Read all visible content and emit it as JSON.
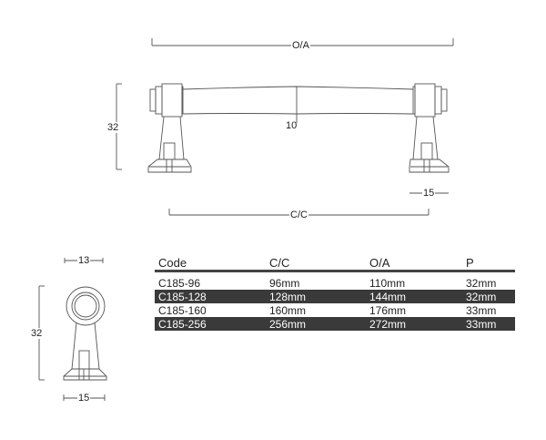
{
  "dimensions": {
    "overall_length": "O/A",
    "center_to_center": "C/C",
    "bar_diameter": "10",
    "projection_side": "32",
    "foot_width_side": "15",
    "end_top_width": "13",
    "end_height": "32",
    "end_base_width": "15"
  },
  "table": {
    "headers": [
      "Code",
      "C/C",
      "O/A",
      "P"
    ],
    "rows": [
      {
        "code": "C185-96",
        "cc": "96mm",
        "oa": "110mm",
        "p": "32mm",
        "shaded": false
      },
      {
        "code": "C185-128",
        "cc": "128mm",
        "oa": "144mm",
        "p": "32mm",
        "shaded": true
      },
      {
        "code": "C185-160",
        "cc": "160mm",
        "oa": "176mm",
        "p": "33mm",
        "shaded": false
      },
      {
        "code": "C185-256",
        "cc": "256mm",
        "oa": "272mm",
        "p": "33mm",
        "shaded": true
      }
    ]
  },
  "colors": {
    "line": "#555555",
    "row_shade": "#3a3a3a",
    "header_rule": "#444444"
  }
}
